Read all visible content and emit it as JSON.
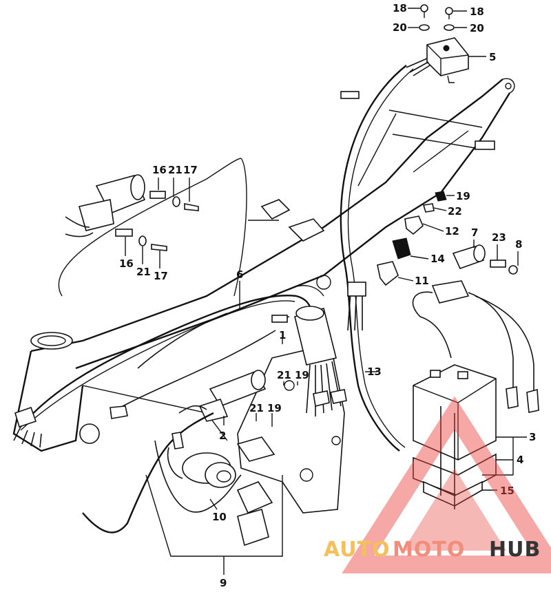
{
  "diagram": {
    "callouts": [
      "18",
      "18",
      "20",
      "20",
      "5",
      "16",
      "21",
      "17",
      "16",
      "21",
      "17",
      "19",
      "22",
      "12",
      "7",
      "23",
      "8",
      "14",
      "11",
      "6",
      "13",
      "1",
      "21",
      "19",
      "21",
      "19",
      "2",
      "3",
      "4",
      "15",
      "10",
      "9"
    ]
  },
  "watermark": {
    "part1": "AUTO",
    "part2": "MOTO",
    "part3": "HUB",
    "colors": {
      "auto": "#f2b640",
      "moto": "#ee7a64",
      "hub": "#111111",
      "triangle": "#e9463f"
    }
  }
}
